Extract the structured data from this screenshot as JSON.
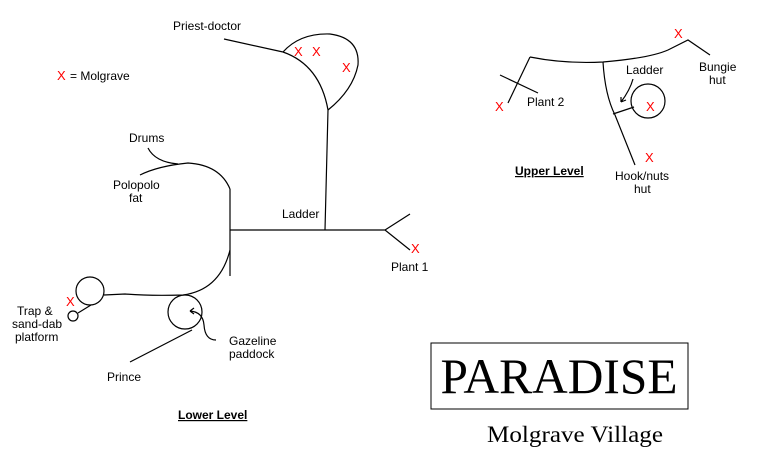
{
  "legend": {
    "marker": "X",
    "text": "= Molgrave"
  },
  "lower_level": {
    "heading": "Lower Level",
    "labels": {
      "priest_doctor": "Priest-doctor",
      "drums": "Drums",
      "polopolo_1": "Polopolo",
      "polopolo_2": "fat",
      "ladder": "Ladder",
      "plant1": "Plant 1",
      "trap_1": "Trap &",
      "trap_2": "sand-dab",
      "trap_3": "platform",
      "gazeline_1": "Gazeline",
      "gazeline_2": "paddock",
      "prince": "Prince"
    }
  },
  "upper_level": {
    "heading": "Upper Level",
    "labels": {
      "plant2": "Plant 2",
      "ladder": "Ladder",
      "bungie_1": "Bungie",
      "bungie_2": "hut",
      "hook_1": "Hook/nuts",
      "hook_2": "hut"
    }
  },
  "marker": "X",
  "title": {
    "main": "PARADISE",
    "subtitle": "Molgrave Village"
  },
  "colors": {
    "marker": "#ff0000",
    "lines": "#000000"
  }
}
